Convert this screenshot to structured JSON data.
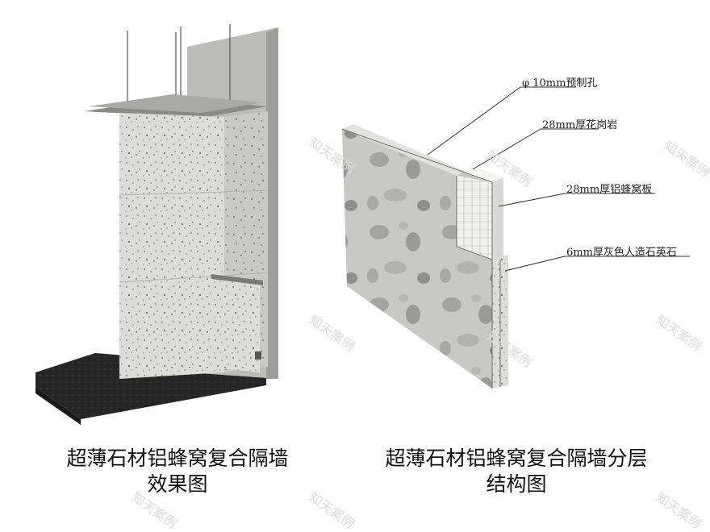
{
  "captions": {
    "left_line1": "超薄石材铝蜂窝复合隔墙",
    "left_line2": "效果图",
    "right_line1": "超薄石材铝蜂窝复合隔墙分层",
    "right_line2": "结构图"
  },
  "callouts": [
    {
      "id": "hole",
      "text": "φ 10mm预制孔"
    },
    {
      "id": "granite",
      "text": "28mm厚花岗岩"
    },
    {
      "id": "honeycomb",
      "text": "28mm厚铝蜂窝板"
    },
    {
      "id": "quartz",
      "text": "6mm厚灰色人造石英石"
    }
  ],
  "watermark": "知天案例",
  "colors": {
    "stone": "#d9d9d6",
    "concrete": "#bdbdbb",
    "floor": "#2a2a2a",
    "line": "#333333"
  }
}
